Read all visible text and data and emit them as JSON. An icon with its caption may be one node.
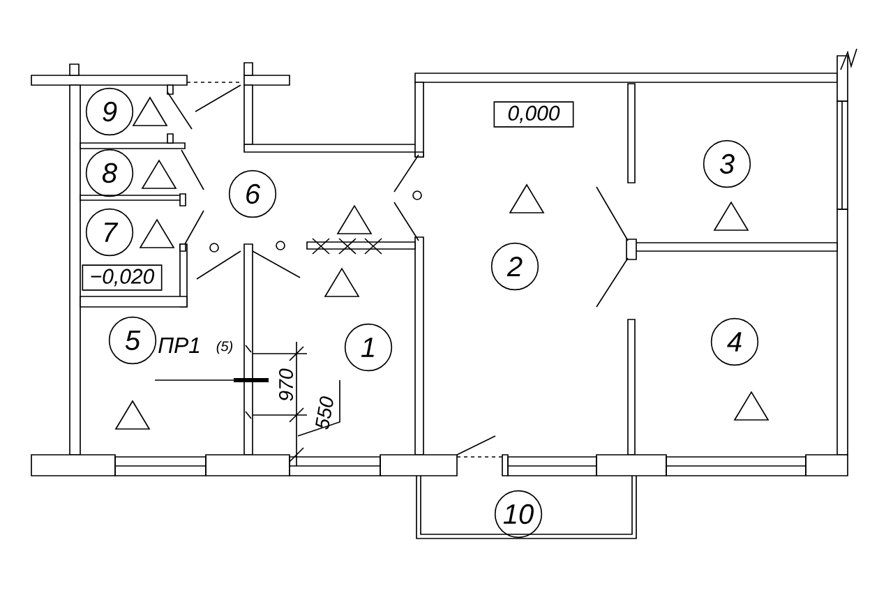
{
  "diagram": {
    "nodes": [
      {
        "text": [
          "9"
        ]
      },
      {
        "text": [
          "8"
        ]
      },
      {
        "text": [
          "6"
        ]
      },
      {
        "text": [
          "7"
        ]
      },
      {
        "text": [
          "3"
        ]
      },
      {
        "text": [
          "2"
        ]
      },
      {
        "text": [
          "5"
        ]
      },
      {
        "text": [
          "1"
        ]
      },
      {
        "text": [
          "4"
        ]
      },
      {
        "text": [
          "10"
        ]
      }
    ],
    "labels": [
      "0,000",
      "−0,020",
      "ПР1",
      "(5)",
      "970",
      "550"
    ]
  }
}
